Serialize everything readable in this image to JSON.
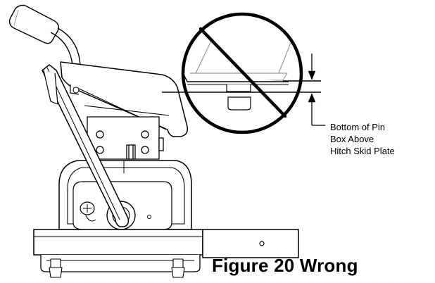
{
  "annotation": {
    "lines": [
      "Bottom of Pin",
      "Box Above",
      "Hitch Skid Plate"
    ]
  },
  "caption": "Figure 20 Wrong",
  "colors": {
    "line": "#000000",
    "light_line": "#9a9a9a",
    "background": "#ffffff"
  }
}
